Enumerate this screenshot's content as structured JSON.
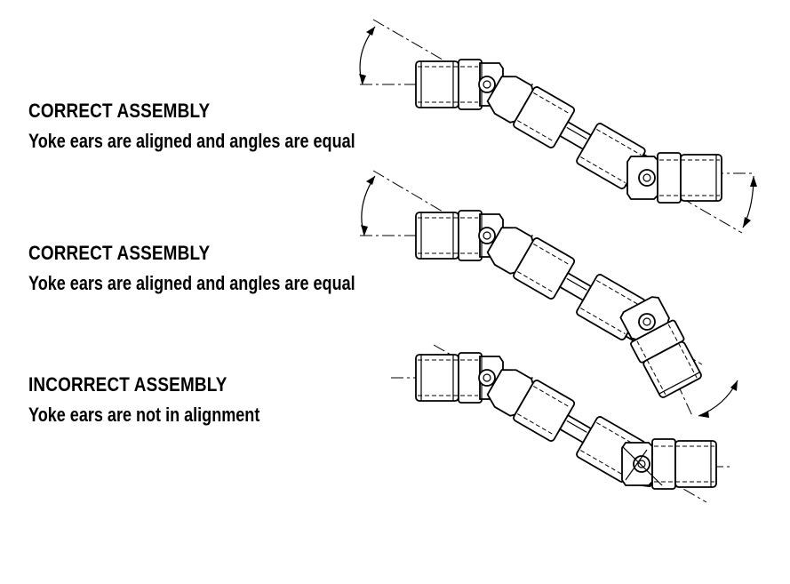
{
  "assemblies": [
    {
      "title": "CORRECT ASSEMBLY",
      "description": "Yoke ears are aligned and angles are equal"
    },
    {
      "title": "CORRECT ASSEMBLY",
      "description": "Yoke ears are aligned and angles are equal"
    },
    {
      "title": "INCORRECT ASSEMBLY",
      "description": "Yoke ears are not in alignment"
    }
  ]
}
